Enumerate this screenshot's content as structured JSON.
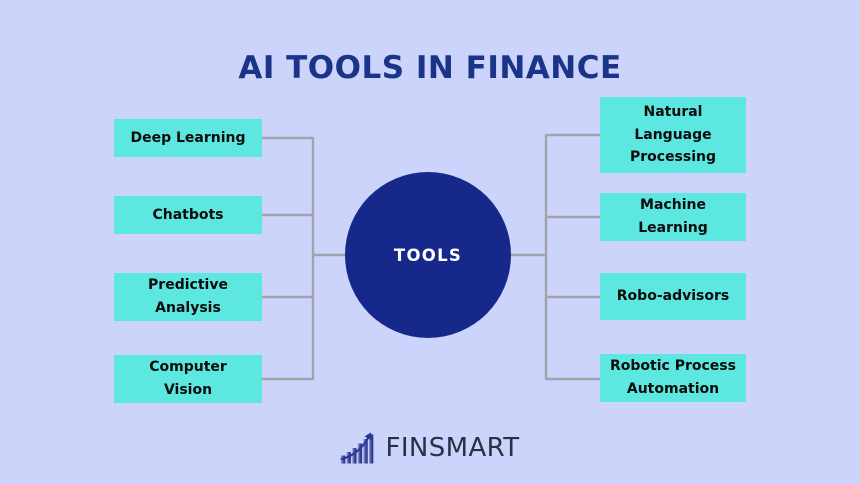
{
  "page": {
    "title": "AI TOOLS IN FINANCE",
    "background_color": "#ccd4fc",
    "title_color": "#1a3487"
  },
  "center": {
    "label": "TOOLS",
    "fill_color": "#16298a",
    "text_color": "#ffffff"
  },
  "style": {
    "box_color": "#5ce8e0",
    "box_text_color": "#0b0b0b",
    "connector_color": "#a3a3ac"
  },
  "branches": {
    "left": [
      {
        "id": "deep-learning",
        "label": "Deep Learning"
      },
      {
        "id": "chatbots",
        "label": "Chatbots"
      },
      {
        "id": "predictive",
        "label": "Predictive\nAnalysis"
      },
      {
        "id": "computer-vision",
        "label": "Computer\nVision"
      }
    ],
    "right": [
      {
        "id": "nlp",
        "label": "Natural\nLanguage\nProcessing"
      },
      {
        "id": "machine-learning",
        "label": "Machine\nLearning"
      },
      {
        "id": "robo-advisors",
        "label": "Robo-advisors"
      },
      {
        "id": "rpa",
        "label": "Robotic Process\nAutomation"
      }
    ]
  },
  "footer": {
    "logo_text": "FINSMART",
    "logo_icon": "growth-bar-chart-arrow-icon",
    "logo_text_color": "#2b2f46"
  }
}
